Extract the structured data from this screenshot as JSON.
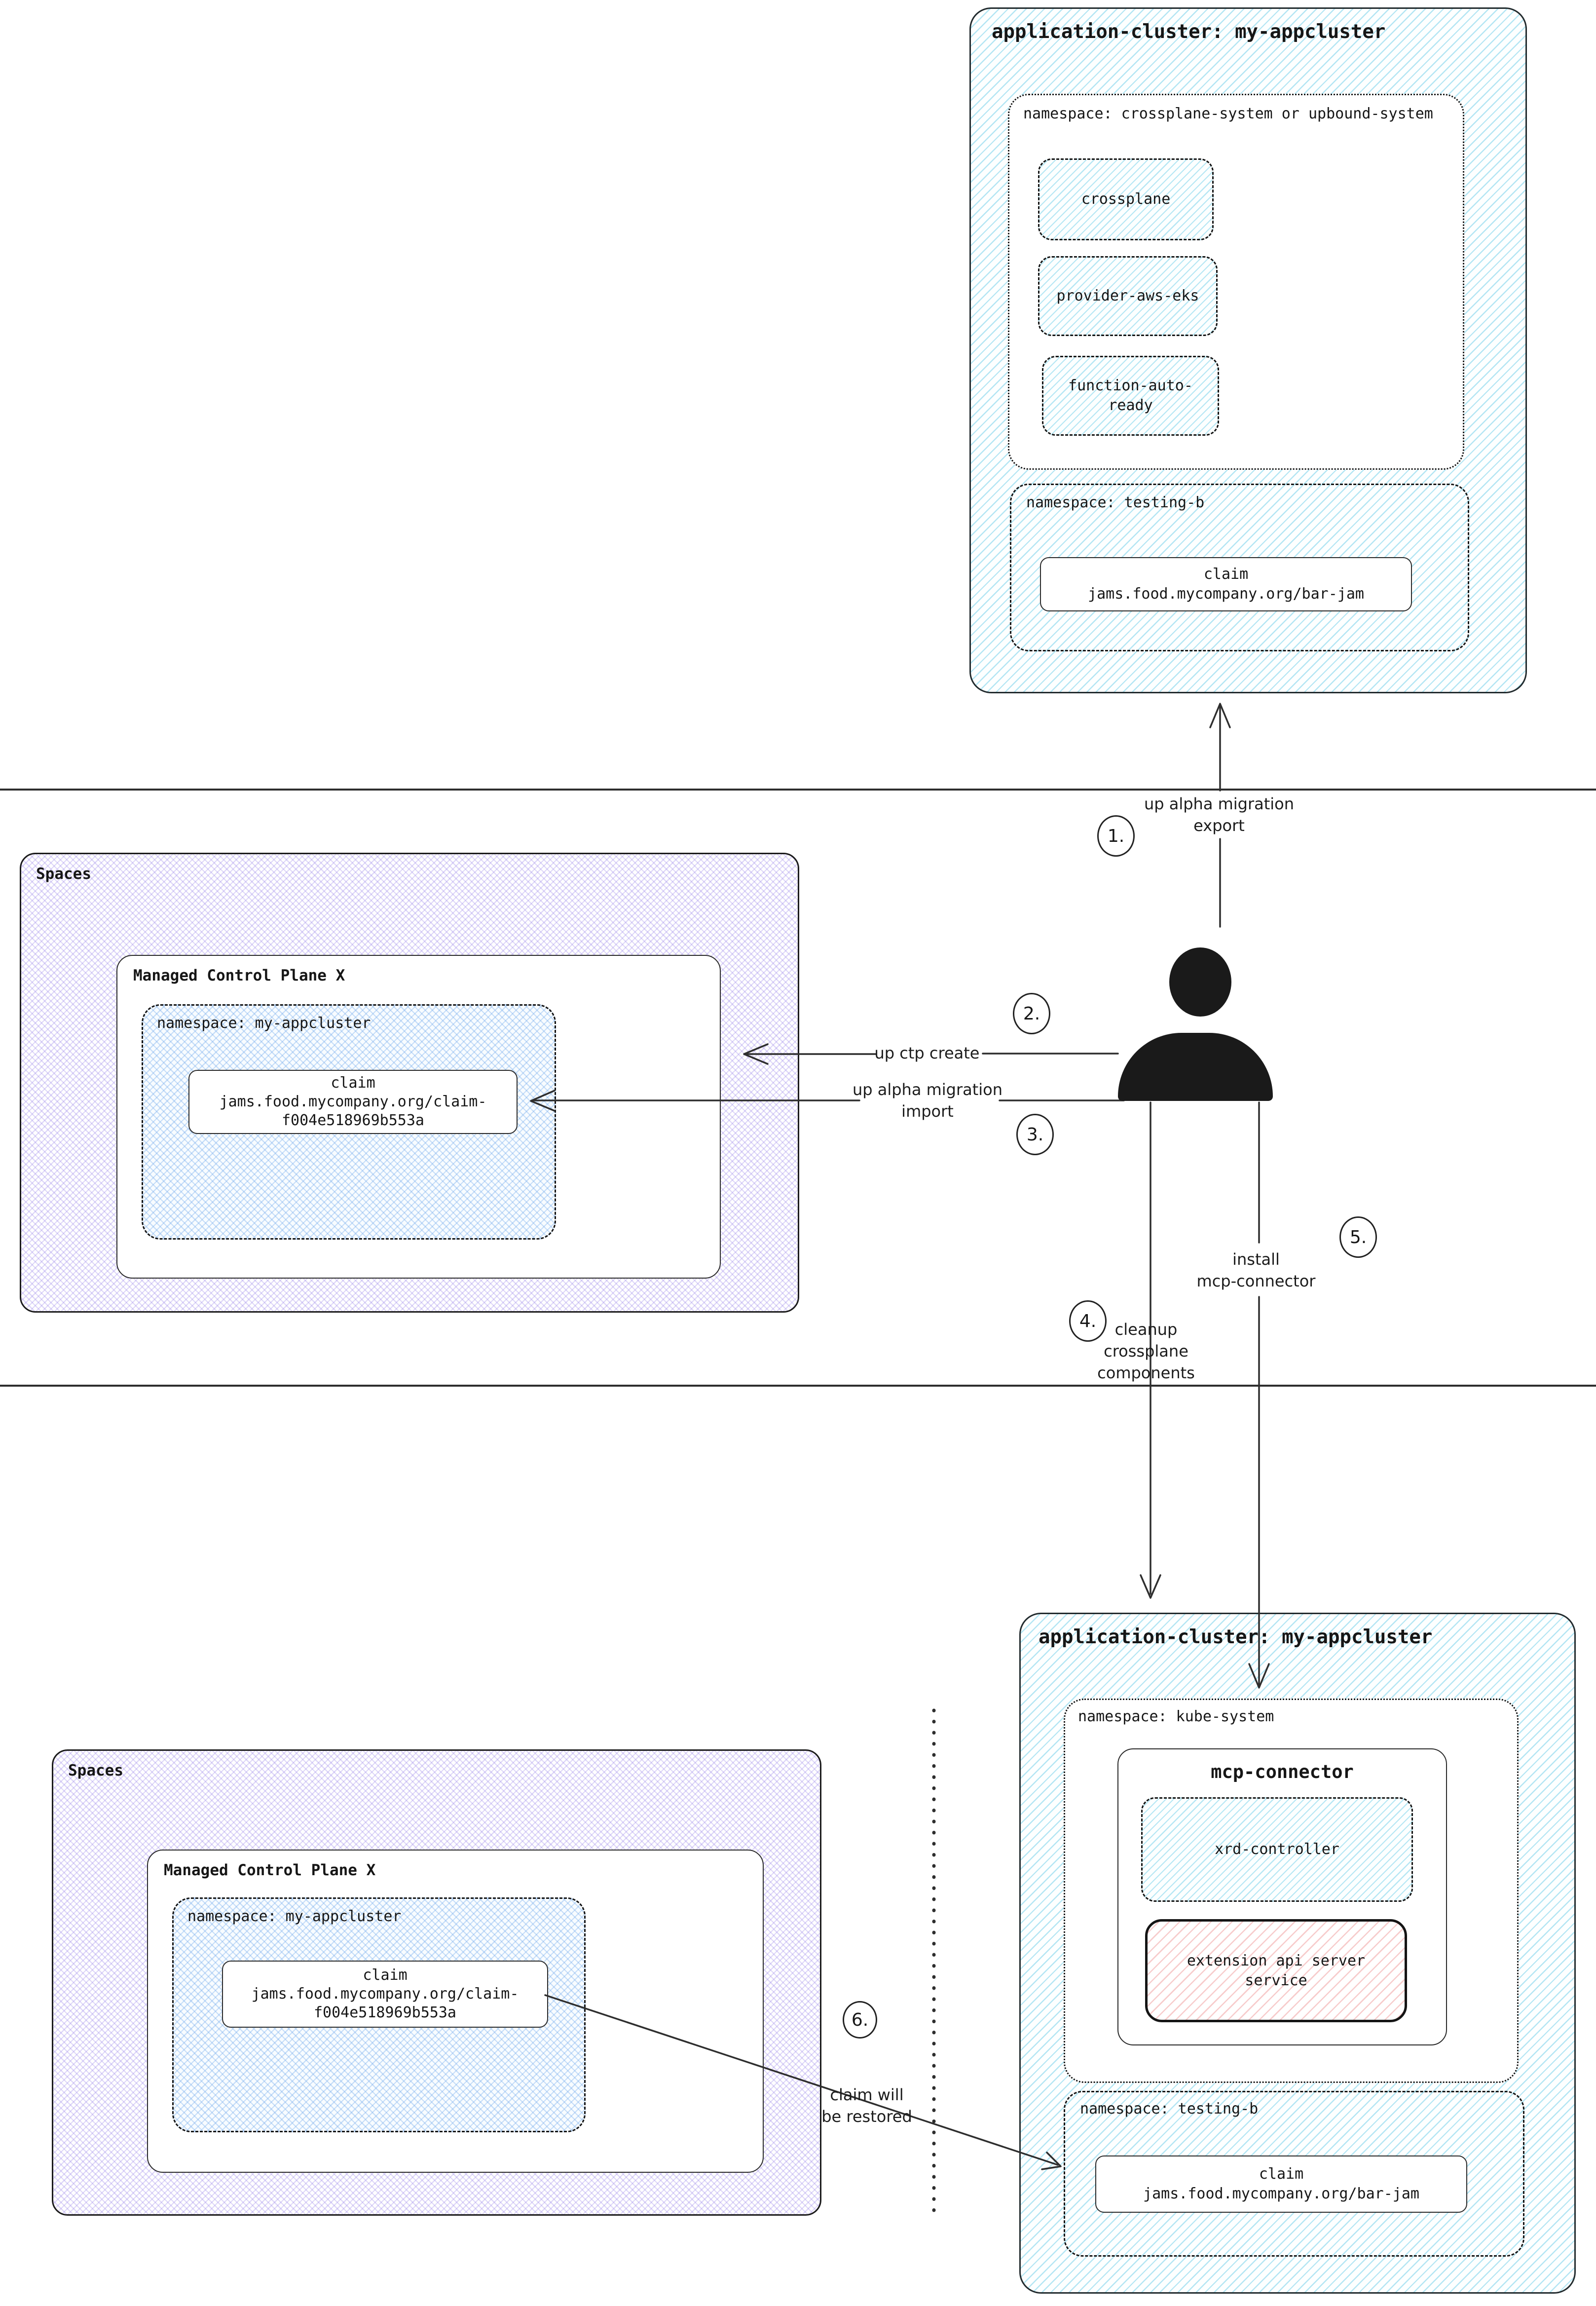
{
  "colors": {
    "ink": "#222222",
    "blue_hatch_line": "#45bfe2",
    "blue_cross_line": "#6ea8eb",
    "purple_cross_line": "#947ee9",
    "pink_hatch_line": "#ee8e8e"
  },
  "top_cluster": {
    "title": "application-cluster: my-appcluster",
    "namespace_system": {
      "title": "namespace: crossplane-system or upbound-system",
      "crossplane": "crossplane",
      "provider": "provider-aws-eks",
      "function_line1": "function-auto-",
      "function_line2": "ready"
    },
    "namespace_testing": {
      "title": "namespace: testing-b",
      "claim": {
        "line1": "claim",
        "line2": "jams.food.mycompany.org/bar-jam"
      }
    }
  },
  "steps": {
    "s1": {
      "num": "1.",
      "line1": "up alpha migration",
      "line2": "export"
    },
    "s2": {
      "num": "2.",
      "label": "up ctp create"
    },
    "s3": {
      "num": "3.",
      "line1": "up alpha migration",
      "line2": "import"
    },
    "s4": {
      "num": "4.",
      "line1": "cleanup",
      "line2": "crossplane",
      "line3": "components"
    },
    "s5": {
      "num": "5.",
      "line1": "install",
      "line2": "mcp-connector"
    },
    "s6": {
      "num": "6.",
      "line1": "claim will",
      "line2": "be restored"
    }
  },
  "spaces_before": {
    "title": "Spaces",
    "mcp": {
      "title": "Managed Control Plane X",
      "namespace": {
        "title": "namespace: my-appcluster",
        "claim": {
          "line1": "claim",
          "line2": "jams.food.mycompany.org/claim-",
          "line3": "f004e518969b553a"
        }
      }
    }
  },
  "spaces_after": {
    "title": "Spaces",
    "mcp": {
      "title": "Managed Control Plane X",
      "namespace": {
        "title": "namespace: my-appcluster",
        "claim": {
          "line1": "claim",
          "line2": "jams.food.mycompany.org/claim-",
          "line3": "f004e518969b553a"
        }
      }
    }
  },
  "bottom_cluster": {
    "title": "application-cluster: my-appcluster",
    "namespace_kube": {
      "title": "namespace: kube-system",
      "mcp_connector": {
        "title": "mcp-connector",
        "xrd_controller": "xrd-controller",
        "extension": {
          "line1": "extension api server",
          "line2": "service"
        }
      }
    },
    "namespace_testing": {
      "title": "namespace: testing-b",
      "claim": {
        "line1": "claim",
        "line2": "jams.food.mycompany.org/bar-jam"
      }
    }
  }
}
